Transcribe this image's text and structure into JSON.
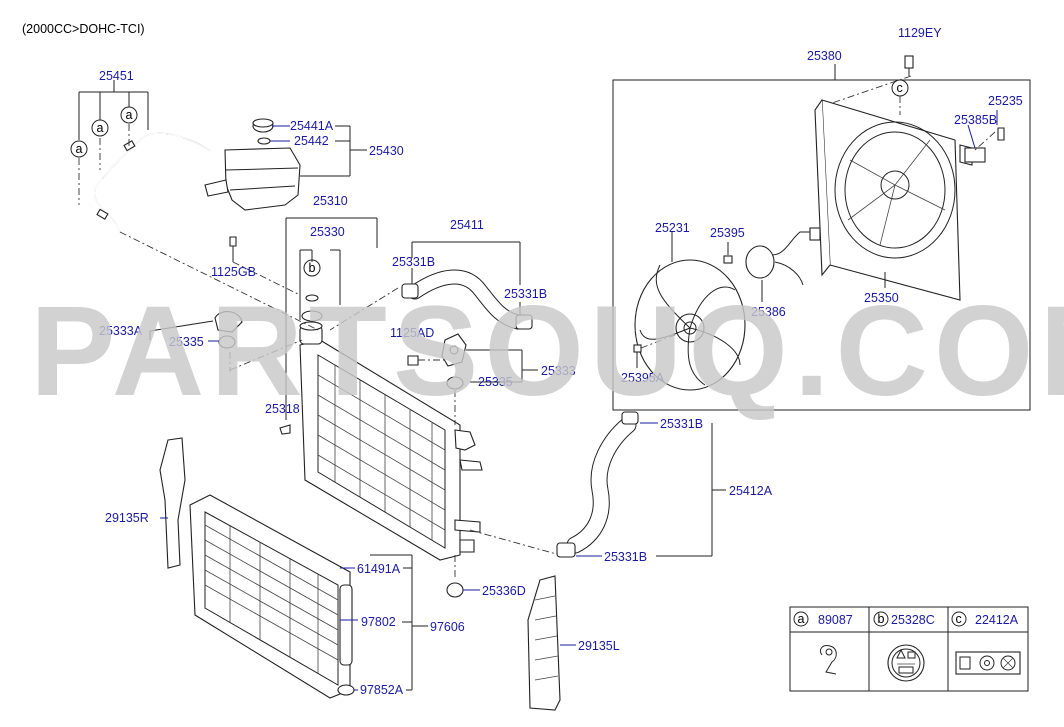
{
  "header": {
    "engine": "(2000CC>DOHC-TCI)"
  },
  "watermark": "PARTSOUQ.COM",
  "colors": {
    "part_label": "#1a1aa0",
    "line": "#222222",
    "watermark": "#c9c9c9"
  },
  "parts": {
    "p25451": "25451",
    "p25441A": "25441A",
    "p25442": "25442",
    "p25430": "25430",
    "p1125GB": "1125GB",
    "p25310": "25310",
    "p25330": "25330",
    "p25411": "25411",
    "p25331B_a": "25331B",
    "p25331B_b": "25331B",
    "p25331B_c": "25331B",
    "p25331B_d": "25331B",
    "p25333A": "25333A",
    "p25335_a": "25335",
    "p25335_b": "25335",
    "p1125AD": "1125AD",
    "p25333": "25333",
    "p25318": "25318",
    "p25380": "25380",
    "p1129EY": "1129EY",
    "p25235": "25235",
    "p25385B": "25385B",
    "p25231": "25231",
    "p25395": "25395",
    "p25350": "25350",
    "p25386": "25386",
    "p25395A": "25395A",
    "p25412A": "25412A",
    "p29135R": "29135R",
    "p61491A": "61491A",
    "p97802": "97802",
    "p97606": "97606",
    "p97852A": "97852A",
    "p25336D": "25336D",
    "p29135L": "29135L"
  },
  "callouts": {
    "a": "a",
    "b": "b",
    "c": "c"
  },
  "legend": [
    {
      "key": "a",
      "part": "89087"
    },
    {
      "key": "b",
      "part": "25328C"
    },
    {
      "key": "c",
      "part": "22412A"
    }
  ]
}
